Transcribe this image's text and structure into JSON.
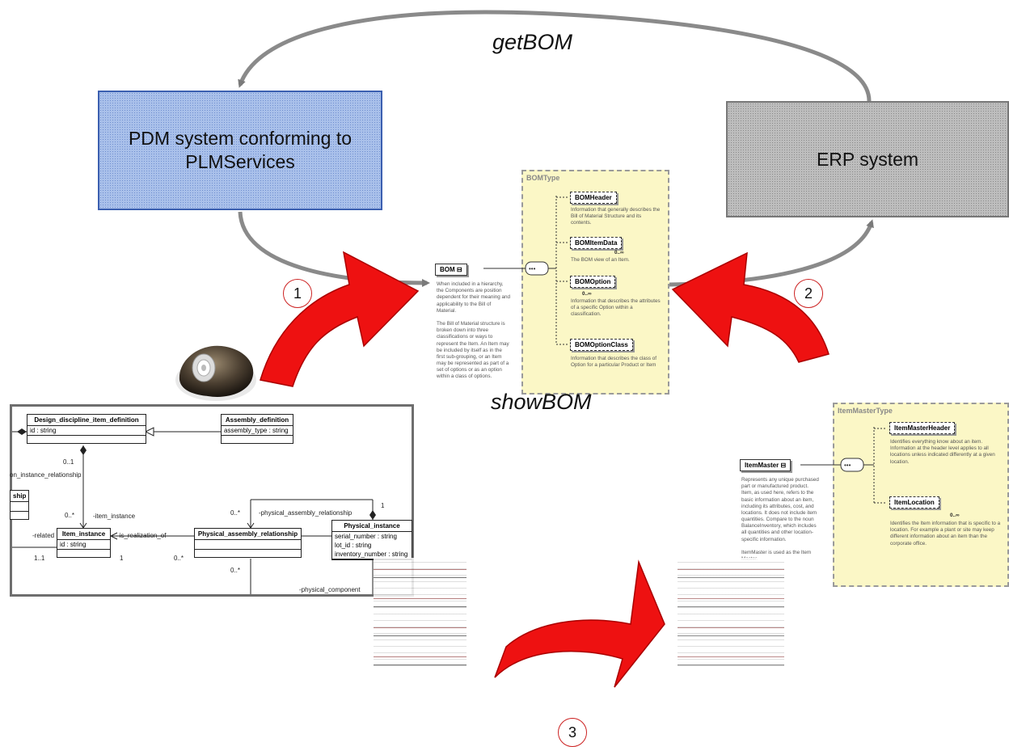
{
  "pdm_box": {
    "label": "PDM system conforming to PLMServices"
  },
  "erp_box": {
    "label": "ERP system"
  },
  "top_arc_label": "getBOM",
  "middle_label": "showBOM",
  "steps": [
    "1",
    "2",
    "3"
  ],
  "colors": {
    "pdm_fill": "#a9c0ea",
    "erp_fill": "#bdbdbd",
    "arrow_red": "#ee1111",
    "schema_fill": "#fbf7c6"
  },
  "mouse_icon": "computer-mouse-icon",
  "bom_schema": {
    "type_title": "BOMType",
    "root": "BOM",
    "root_desc": "When included in a hierarchy, the Components are position dependent for their meaning and applicability to the Bill of Material.\n\nThe Bill of Material structure is broken down into three classifications or ways to represent the Item. An Item may be included by itself as in the first sub-grouping, or an Item may be represented as part of a set of options or as an option within a class of options.",
    "children": [
      {
        "name": "BOMHeader",
        "card": "",
        "desc": "Information that generally describes the Bill of Material Structure and its contents."
      },
      {
        "name": "BOMItemData",
        "card": "0..∞",
        "desc": "The BOM view of an Item."
      },
      {
        "name": "BOMOption",
        "card": "0..∞",
        "desc": "Information that describes the attributes of a specific Option within a classification."
      },
      {
        "name": "BOMOptionClass",
        "card": "",
        "desc": "Information that describes the class of Option for a particular Product or Item"
      }
    ]
  },
  "item_schema": {
    "type_title": "ItemMasterType",
    "root": "ItemMaster",
    "root_desc": "Represents any unique purchased part or manufactured product. Item, as used here, refers to the basic information about an item, including its attributes, cost, and locations. It does not include item quantities. Compare to the noun BalanceInventory, which includes all quantities and other location-specific information.\n\nItemMaster is used as the Item Master.",
    "children": [
      {
        "name": "ItemMasterHeader",
        "card": "",
        "desc": "Identifies everything know about an item. Information at the header level applies to all locations unless indicated differently at a given location."
      },
      {
        "name": "ItemLocation",
        "card": "0..∞",
        "desc": "Identifies the Item information that is specific to a location. For example a plant or site may keep different information about an item than the corporate office."
      }
    ]
  },
  "uml": {
    "classes": {
      "design": {
        "name": "Design_discipline_item_definition",
        "attr": "id : string"
      },
      "assembly_def": {
        "name": "Assembly_definition",
        "attr": "assembly_type : string"
      },
      "ship": {
        "name": "ship"
      },
      "item_instance": {
        "name": "Item_instance",
        "attr": "id : string"
      },
      "par": {
        "name": "Physical_assembly_relationship"
      },
      "physical_instance": {
        "name": "Physical_instance",
        "attrs": [
          "serial_number : string",
          "lot_id : string",
          "inventory_number : string"
        ]
      }
    },
    "labels": {
      "l_01": "0..1",
      "l_inst_rel": "on_instance_relationship",
      "l_0star_a": "0..*",
      "l_item_instance": "-item_instance",
      "l_related": "-related",
      "l_is_real": "-is_realization_of",
      "l_11": "1..1",
      "l_1a": "1",
      "l_0star_b": "0..*",
      "l_0star_c": "0..*",
      "l_par": "-physical_assembly_relationship",
      "l_1b": "1",
      "l_0star_d": "0..*",
      "l_comp": "-physical_component"
    }
  }
}
